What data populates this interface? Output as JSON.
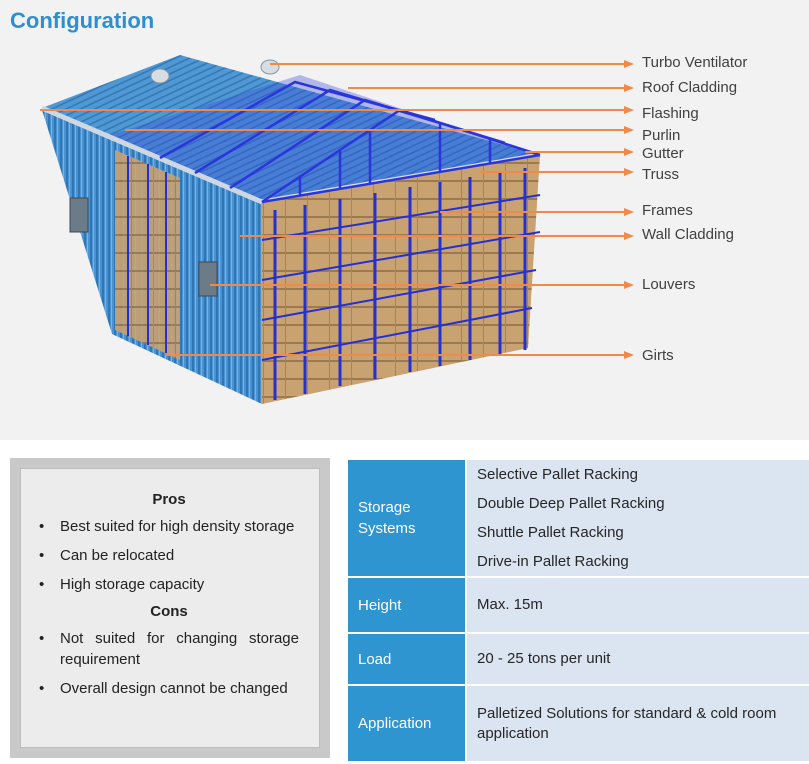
{
  "title": "Configuration",
  "diagram": {
    "labels": [
      "Turbo Ventilator",
      "Roof Cladding",
      "Flashing",
      "Purlin",
      "Gutter",
      "Truss",
      "Frames",
      "Wall Cladding",
      "Louvers",
      "Girts"
    ],
    "colors": {
      "accent": "#2e8fd0",
      "leader": "#f08a4b",
      "cladding": "#3f8bc9",
      "rack": "#2230c8",
      "pallet": "#c8a374"
    }
  },
  "pros_cons": {
    "pros_title": "Pros",
    "pros": [
      "Best suited for high density storage",
      "Can be relocated",
      "High storage capacity"
    ],
    "cons_title": "Cons",
    "cons": [
      "Not suited for changing storage requirement",
      "Overall design cannot be changed"
    ],
    "bullet": "•"
  },
  "specs": {
    "storage_label": "Storage Systems",
    "storage_items": [
      "Selective Pallet Racking",
      "Double Deep Pallet Racking",
      "Shuttle Pallet Racking",
      "Drive-in Pallet Racking"
    ],
    "height_label": "Height",
    "height_value": "Max. 15m",
    "load_label": "Load",
    "load_value": "20 - 25 tons per unit",
    "application_label": "Application",
    "application_value": "Palletized Solutions for standard & cold room application"
  }
}
